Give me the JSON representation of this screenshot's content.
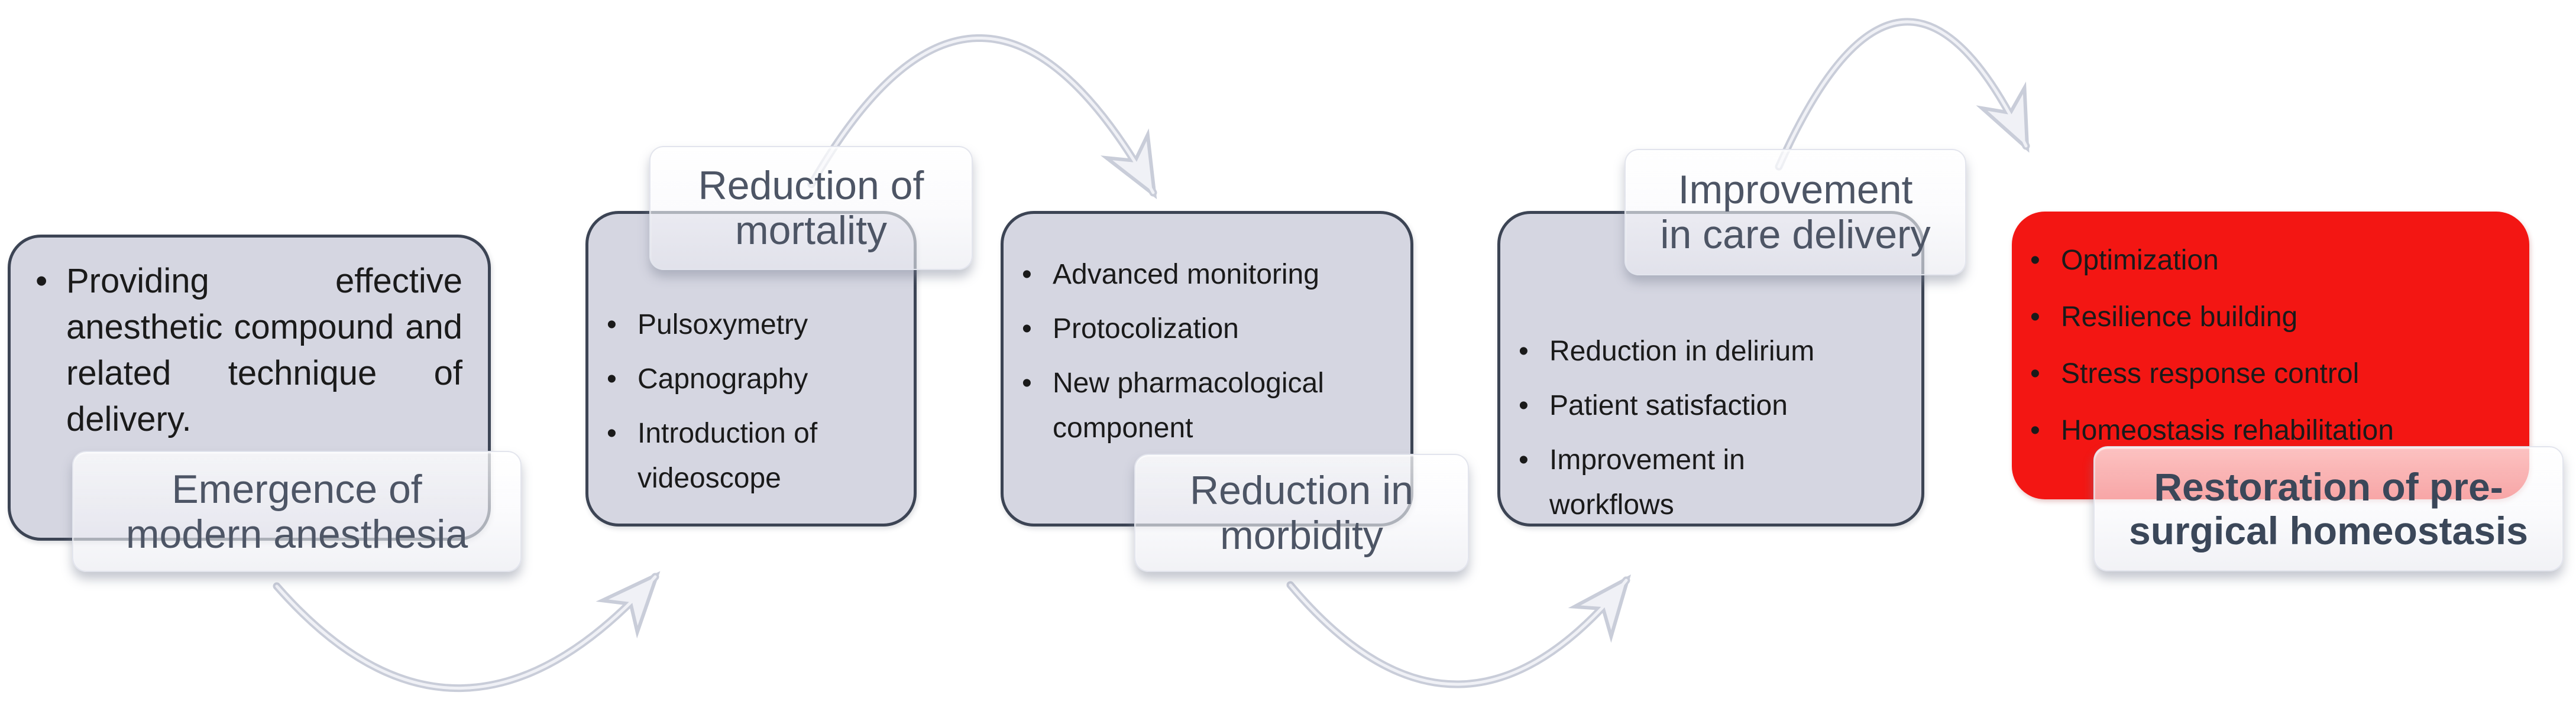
{
  "diagram": {
    "type": "process-flow",
    "background": "#ffffff",
    "colors": {
      "stage_fill": "#d5d6e1",
      "stage_border": "#3c4454",
      "final_stage_fill": "#f31613",
      "bullet_text": "#1a1a1a",
      "label_text": "#4d5565",
      "final_label_text": "#3b4759",
      "arrow_outline": "#c9cdd9",
      "arrow_inner": "#f0f1f6"
    },
    "stages": [
      {
        "label": "Emergence of\nmodern anesthesia",
        "label_position": "bottom",
        "highlighted": false,
        "bullets": [
          "Providing effective anesthetic compound and related technique of delivery."
        ]
      },
      {
        "label": "Reduction of\nmortality",
        "label_position": "top",
        "highlighted": false,
        "bullets": [
          "Pulsoxymetry",
          "Capnography",
          "Introduction of videoscope"
        ]
      },
      {
        "label": "Reduction in\nmorbidity",
        "label_position": "bottom",
        "highlighted": false,
        "bullets": [
          "Advanced monitoring",
          "Protocolization",
          "New pharmacological component"
        ]
      },
      {
        "label": "Improvement\nin care delivery",
        "label_position": "top",
        "highlighted": false,
        "bullets": [
          "Reduction in delirium",
          "Patient satisfaction",
          "Improvement in workflows"
        ]
      },
      {
        "label": "Restoration of pre-\nsurgical homeostasis",
        "label_position": "bottom",
        "highlighted": true,
        "bullets": [
          "Optimization",
          "Resilience building",
          "Stress response control",
          "Homeostasis rehabilitation"
        ]
      }
    ]
  }
}
